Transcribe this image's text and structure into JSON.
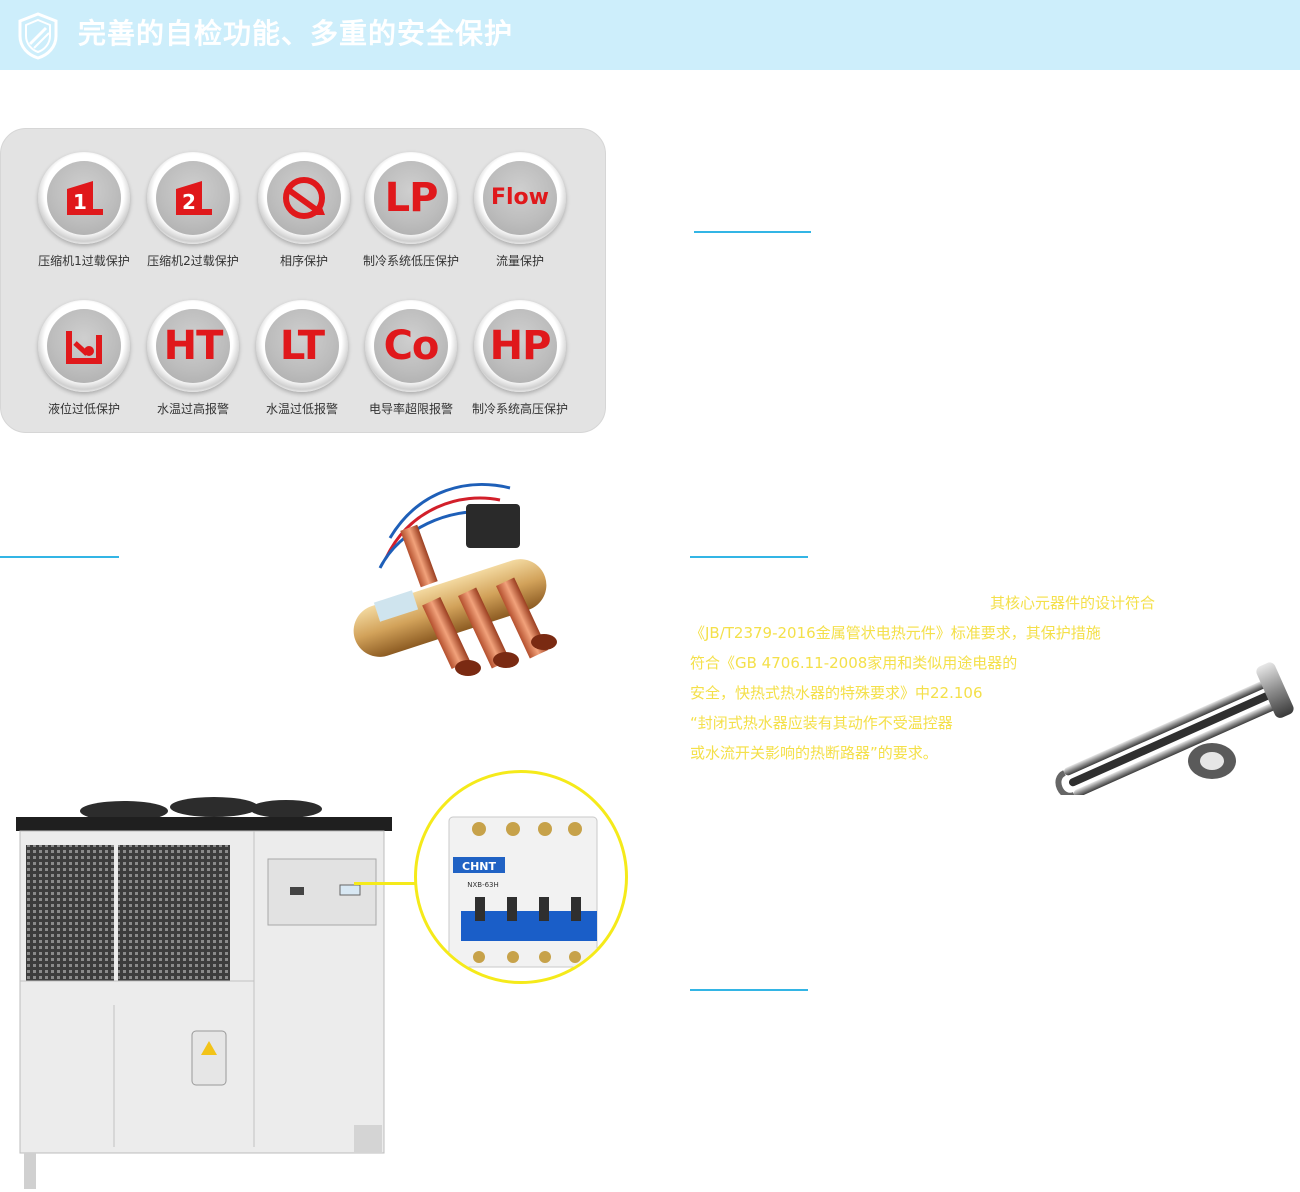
{
  "header": {
    "title": "完善的自检功能、多重的安全保护",
    "icon": "shield-icon",
    "background": "#cdeefb"
  },
  "protections": [
    {
      "symbol": "1",
      "label": "压缩机1过载保护",
      "icon": "compressor-1-icon"
    },
    {
      "symbol": "2",
      "label": "压缩机2过载保护",
      "icon": "compressor-2-icon"
    },
    {
      "symbol": "",
      "label": "相序保护",
      "icon": "phase-sequence-icon"
    },
    {
      "symbol": "LP",
      "label": "制冷系统低压保护",
      "icon": "low-pressure-icon"
    },
    {
      "symbol": "Flow",
      "label": "流量保护",
      "icon": "flow-icon"
    },
    {
      "symbol": "",
      "label": "液位过低保护",
      "icon": "liquid-level-icon"
    },
    {
      "symbol": "HT",
      "label": "水温过高报警",
      "icon": "high-temp-icon"
    },
    {
      "symbol": "LT",
      "label": "水温过低报警",
      "icon": "low-temp-icon"
    },
    {
      "symbol": "Co",
      "label": "电导率超限报警",
      "icon": "conductivity-icon"
    },
    {
      "symbol": "HP",
      "label": "制冷系统高压保护",
      "icon": "high-pressure-icon"
    }
  ],
  "heater_description": [
    "其核心元器件的设计符合",
    "《JB/T2379-2016金属管状电热元件》标准要求，其保护措施",
    "符合《GB 4706.11-2008家用和类似用途电器的",
    "安全，快热式热水器的特殊要求》中22.106",
    "“封闭式热水器应装有其动作不受温控器",
    "或水流开关影响的热断路器”的要求。"
  ],
  "breaker": {
    "brand": "CHNT",
    "model": "NXB-63H"
  },
  "colors": {
    "accent_red": "#e0181b",
    "accent_blue": "#33b5e5",
    "text_yellow": "#f4e04a",
    "panel": "#e3e3e3"
  }
}
